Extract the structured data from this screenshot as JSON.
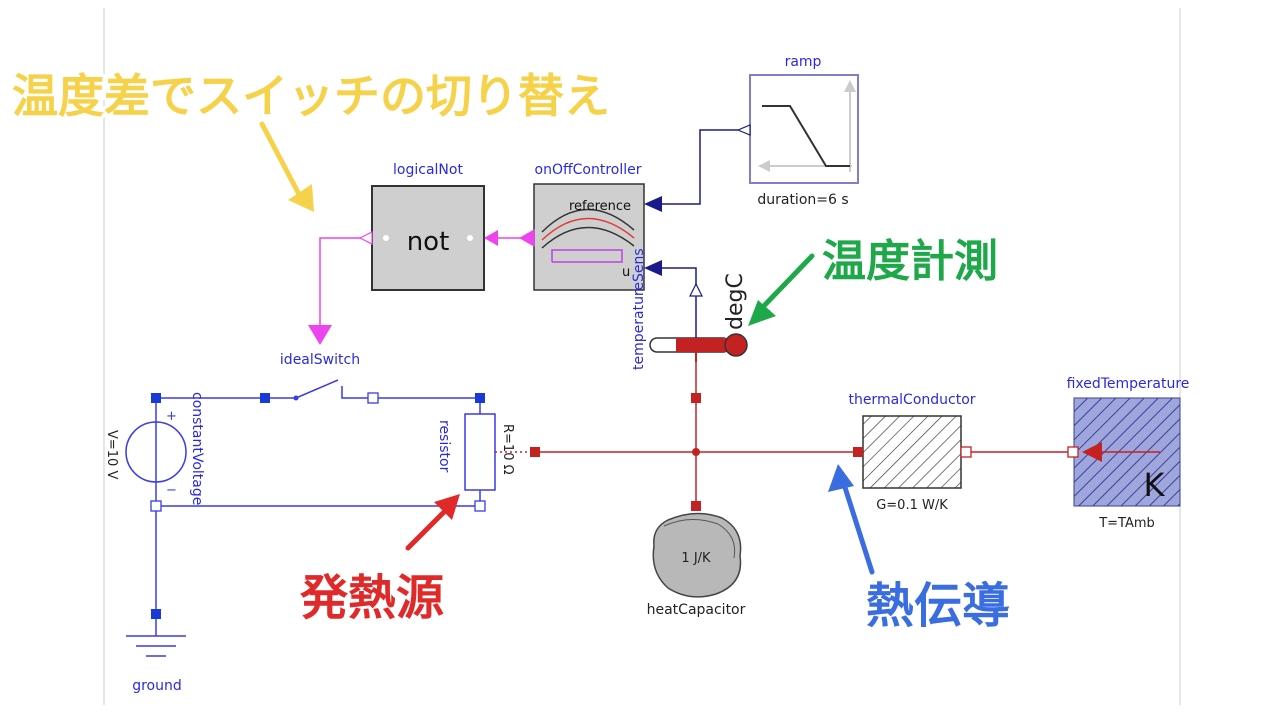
{
  "colors": {
    "electrical": "#3a3ae8",
    "thermal": "#c42222",
    "logic": "#ee44ee",
    "real_signal": "#1a1a8a",
    "callout_yellow": "#f6d24a",
    "callout_green": "#1fa84a",
    "callout_red": "#e02a2a",
    "callout_blue": "#3a6de0"
  },
  "components": {
    "ramp": {
      "name": "ramp",
      "param": "duration=6 s"
    },
    "logical_not": {
      "name": "logicalNot",
      "text": "not"
    },
    "on_off_controller": {
      "name": "onOffController",
      "reference_label": "reference",
      "u_label": "u"
    },
    "temperature_sensor": {
      "name": "temperatureSens",
      "unit": "degC"
    },
    "ideal_switch": {
      "name": "idealSwitch"
    },
    "constant_voltage": {
      "name": "constantVoltage",
      "param": "V=10 V",
      "plus": "+",
      "minus": "−"
    },
    "resistor": {
      "name": "resistor",
      "param": "R=10 Ω"
    },
    "thermal_conductor": {
      "name": "thermalConductor",
      "param": "G=0.1 W/K"
    },
    "fixed_temperature": {
      "name": "fixedTemperature",
      "param": "T=TAmb",
      "unit_letter": "K"
    },
    "heat_capacitor": {
      "name": "heatCapacitor",
      "param": "1 J/K"
    },
    "ground": {
      "name": "ground"
    }
  },
  "callouts": {
    "switching": "温度差でスイッチの切り替え",
    "measurement": "温度計測",
    "heat_source": "発熱源",
    "conduction": "熱伝導"
  },
  "icons": [
    "ramp-icon",
    "not-gate-icon",
    "hysteresis-icon",
    "thermometer-icon",
    "switch-icon",
    "voltage-source-icon",
    "resistor-icon",
    "conductor-icon",
    "fixed-temperature-icon",
    "heat-capacitor-icon",
    "ground-icon"
  ]
}
